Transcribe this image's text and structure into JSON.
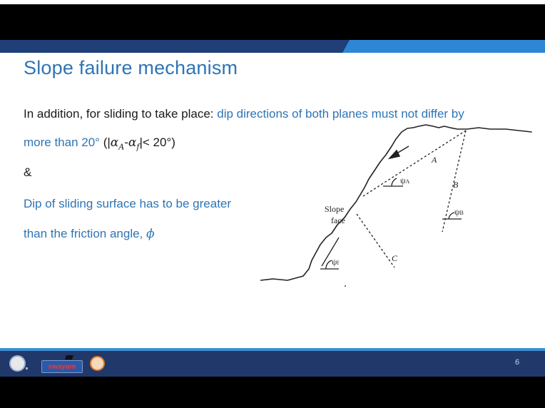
{
  "slide": {
    "title": "Slope failure mechanism",
    "line1_black": "In addition, for sliding to take place: ",
    "line1_blue": "dip directions of both planes must not differ by",
    "line2_blue": "more than 20° ",
    "line2_math_open": "(|",
    "line2_alpha_a": "α",
    "line2_sub_a": "A",
    "line2_dash": "-",
    "line2_alpha_f": "α",
    "line2_sub_f": "f",
    "line2_close": "|< 20°)",
    "amp": "&",
    "line4_blue": "Dip of sliding surface has to be greater",
    "line5_blue": "than the friction angle, ",
    "phi": "ϕ"
  },
  "diagram": {
    "label_A": "A",
    "label_B": "B",
    "label_C": "C",
    "label_slope": "Slope",
    "label_face": "face",
    "psi": "ψ",
    "psi_A_sub": "A",
    "psi_B_sub": "B",
    "psi_f_sub": "f"
  },
  "footer": {
    "page_number": "6",
    "swayam_logo_text": "swayam"
  },
  "colors": {
    "title_blue": "#2e74b5",
    "header_accent": "#2e86d6",
    "footer_navy": "#21386a"
  }
}
